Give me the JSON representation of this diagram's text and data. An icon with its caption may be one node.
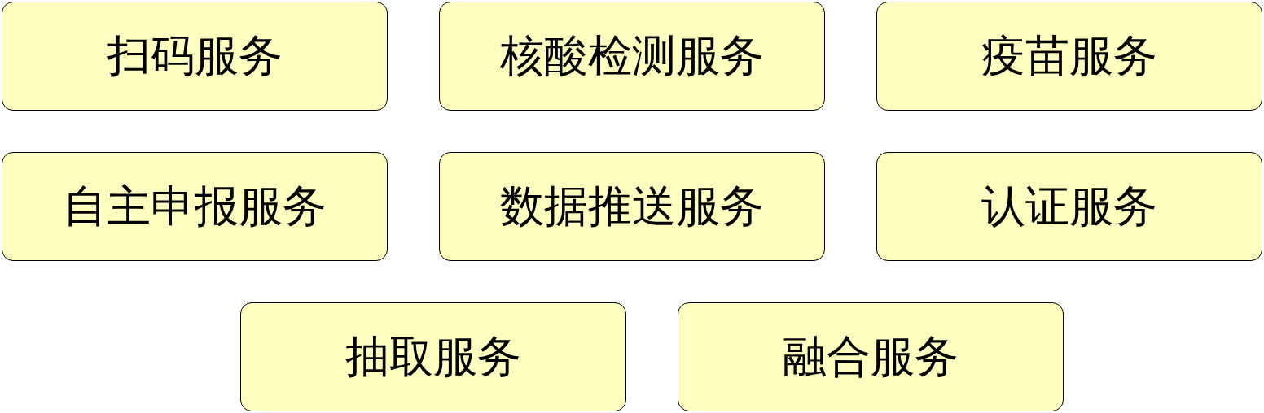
{
  "diagram": {
    "nodes": [
      {
        "text": [
          "扫码服务"
        ]
      },
      {
        "text": [
          "核酸检测服务"
        ]
      },
      {
        "text": [
          "疫苗服务"
        ]
      },
      {
        "text": [
          "自主申报服务"
        ]
      },
      {
        "text": [
          "数据推送服务"
        ]
      },
      {
        "text": [
          "认证服务"
        ]
      },
      {
        "text": [
          "抽取服务"
        ]
      },
      {
        "text": [
          "融合服务"
        ]
      }
    ]
  }
}
